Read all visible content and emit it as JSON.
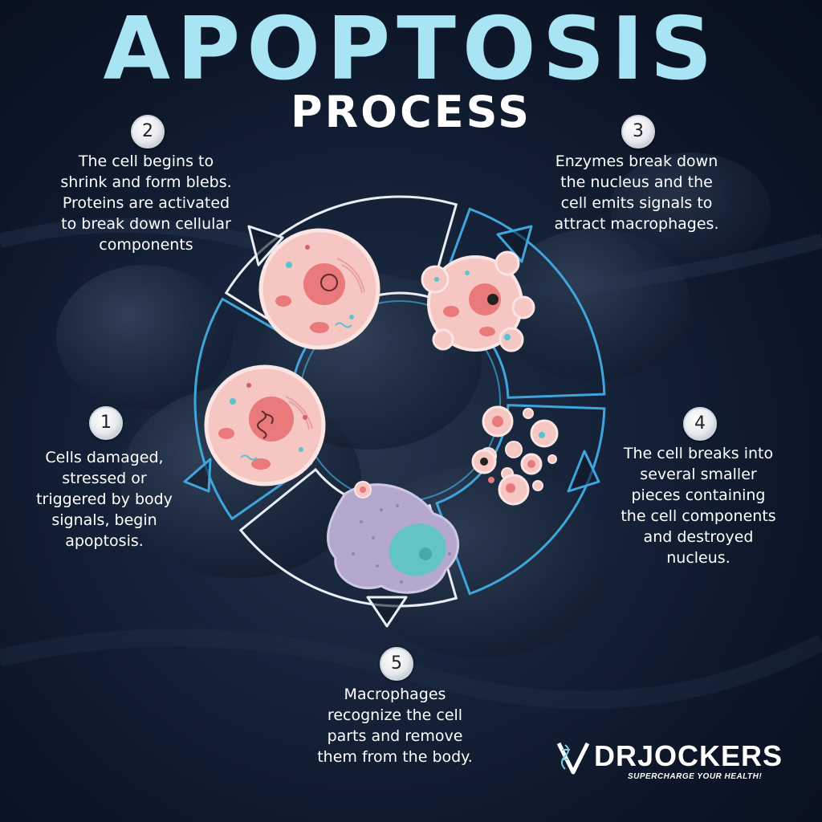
{
  "title": {
    "main": "APOPTOSIS",
    "sub": "PROCESS"
  },
  "steps": [
    {
      "number": "1",
      "text": "Cells damaged,\nstressed or\ntriggered by body\nsignals, begin\napoptosis."
    },
    {
      "number": "2",
      "text": "The cell begins to\nshrink and form blebs.\nProteins are activated\nto break down cellular\ncomponents"
    },
    {
      "number": "3",
      "text": "Enzymes break down\nthe nucleus and the\ncell emits signals to\nattract macrophages."
    },
    {
      "number": "4",
      "text": "The cell breaks into\nseveral smaller\npieces containing\nthe cell components\nand destroyed\nnucleus."
    },
    {
      "number": "5",
      "text": "Macrophages\nrecognize the cell\nparts and remove\nthem from the body."
    }
  ],
  "brand": {
    "name": "DRJOCKERS",
    "tagline": "SUPERCHARGE YOUR HEALTH!"
  },
  "colors": {
    "title_main": "#a9e4f5",
    "ring_blue": "#3fa6dc",
    "ring_white": "#e8eef4",
    "cell_pink": "#f6c6c3",
    "nucleus": "#e9797b",
    "macrophage": "#b4a8cf",
    "macrophage_nucleus": "#62c4c4"
  },
  "icons": [
    "dna-helix-icon"
  ]
}
